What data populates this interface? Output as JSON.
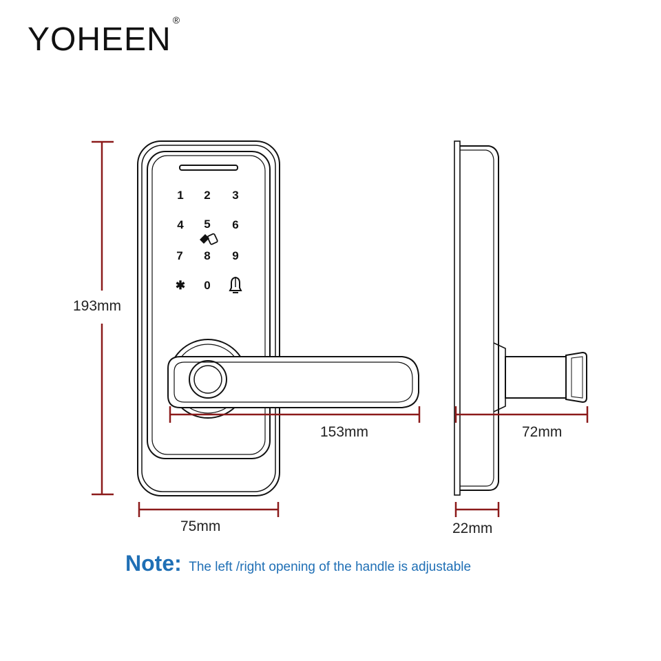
{
  "brand": {
    "name": "YOHEEN",
    "mark": "®"
  },
  "dimensions": {
    "height": "193mm",
    "width": "75mm",
    "handle_length": "153mm",
    "depth": "72mm",
    "thickness": "22mm"
  },
  "keypad": {
    "keys": [
      "1",
      "2",
      "3",
      "4",
      "5",
      "6",
      "7",
      "8",
      "9",
      "✱",
      "0"
    ]
  },
  "note": {
    "label": "Note:",
    "text": "The left /right opening of the handle is adjustable"
  },
  "colors": {
    "dimension_line": "#8b1a1a",
    "note": "#1f6fb5",
    "outline": "#111111"
  }
}
